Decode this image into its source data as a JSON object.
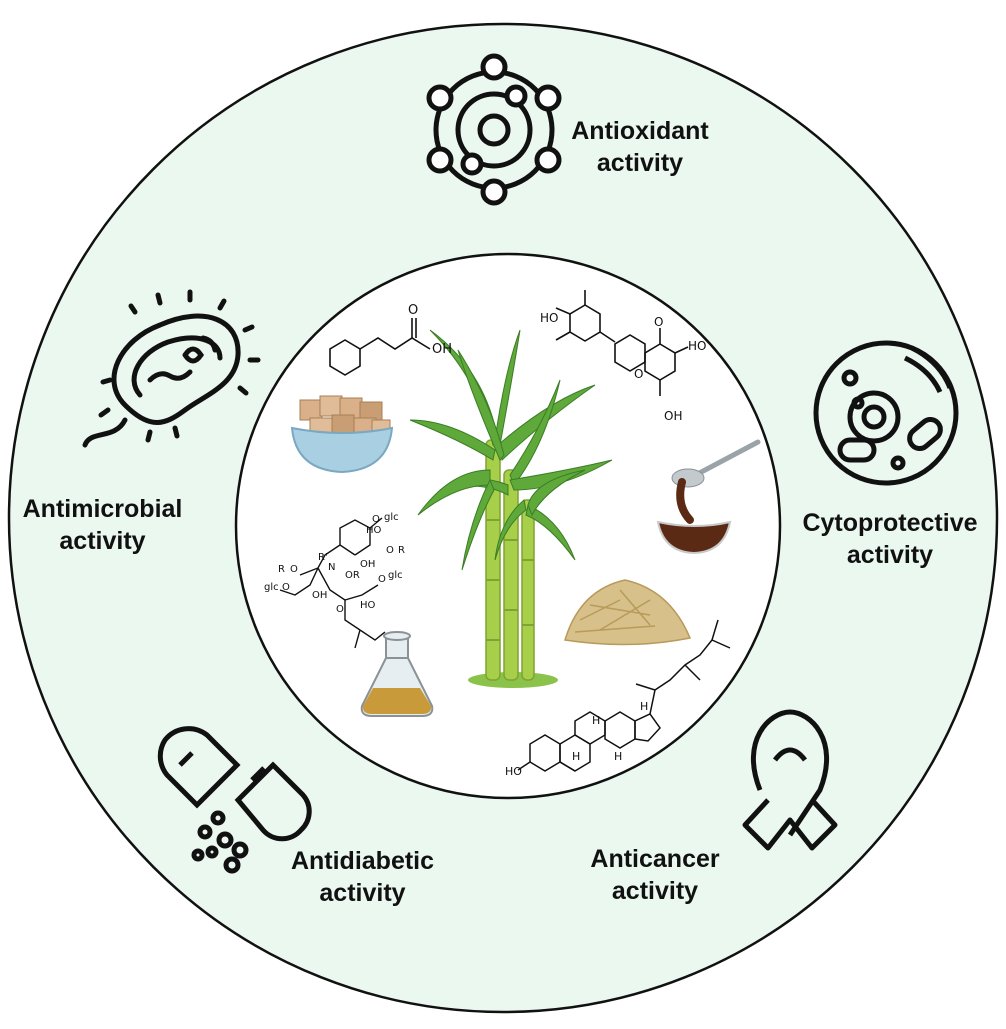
{
  "colors": {
    "ring_fill": "#eaf8ef",
    "inner_fill": "#ffffff",
    "outline": "#111111",
    "plant_green": "#5fa83a",
    "plant_dark": "#3b7d25",
    "stalk": "#a7cf4a",
    "sugar_cube": "#d9b08a",
    "bowl": "#a9cfe3",
    "molasses": "#5a2a14",
    "bagasse": "#d8c08a",
    "flask_liquid": "#c99a3a"
  },
  "activities": [
    {
      "key": "antioxidant",
      "line1": "Antioxidant",
      "line2": "activity",
      "icon": "molecule-orbit-icon"
    },
    {
      "key": "cytoprotective",
      "line1": "Cytoprotective",
      "line2": "activity",
      "icon": "cell-icon"
    },
    {
      "key": "anticancer",
      "line1": "Anticancer",
      "line2": "activity",
      "icon": "awareness-ribbon-icon"
    },
    {
      "key": "antidiabetic",
      "line1": "Antidiabetic",
      "line2": "activity",
      "icon": "capsule-pill-icon"
    },
    {
      "key": "antimicrobial",
      "line1": "Antimicrobial",
      "line2": "activity",
      "icon": "bacterium-icon"
    }
  ],
  "center": {
    "plant_icon": "sugarcane-plant-icon",
    "items": [
      "sugar-cubes-bowl-icon",
      "molasses-spoon-icon",
      "bagasse-pile-icon",
      "extract-flask-icon"
    ],
    "structure_labels": {
      "cinnamic_acid": [
        "O",
        "OH"
      ],
      "flavone": [
        "HO",
        "HO",
        "O",
        "O",
        "OH"
      ],
      "glycoside": [
        "O",
        "glc",
        "HO",
        "O",
        "R",
        "R'",
        "R",
        "O",
        "N",
        "OH",
        "OR",
        "glc",
        "O",
        "glc",
        "O",
        "HO",
        "OH",
        "O"
      ],
      "sterol": [
        "H",
        "H",
        "H",
        "H",
        "HO"
      ]
    }
  }
}
